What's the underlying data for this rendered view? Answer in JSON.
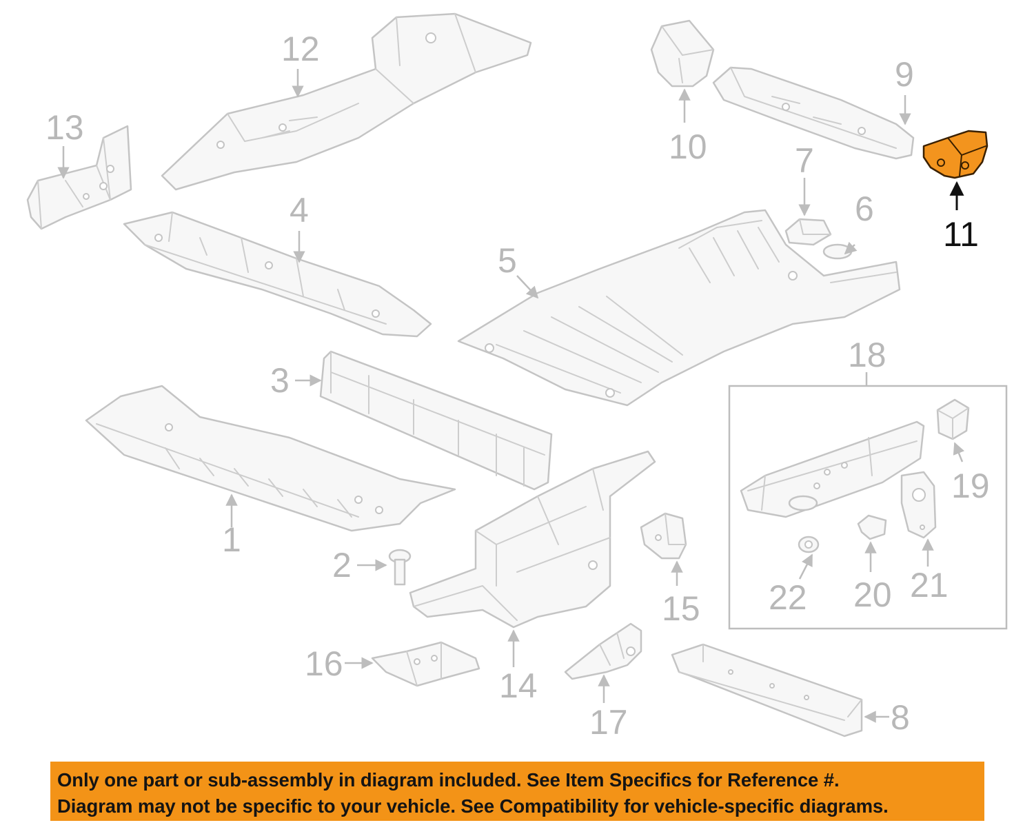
{
  "callouts": {
    "c1": "1",
    "c2": "2",
    "c3": "3",
    "c4": "4",
    "c5": "5",
    "c6": "6",
    "c7": "7",
    "c8": "8",
    "c9": "9",
    "c10": "10",
    "c11": "11",
    "c12": "12",
    "c13": "13",
    "c14": "14",
    "c15": "15",
    "c16": "16",
    "c17": "17",
    "c18": "18",
    "c19": "19",
    "c20": "20",
    "c21": "21",
    "c22": "22"
  },
  "highlighted_part": "11",
  "highlight_color": "#f3941e",
  "banner_color": "#f39317",
  "disclaimer": {
    "line1": "Only one part or sub-assembly in diagram included. See Item Specifics for Reference #.",
    "line2": "Diagram may not be specific to your vehicle. See Compatibility for vehicle-specific diagrams."
  }
}
